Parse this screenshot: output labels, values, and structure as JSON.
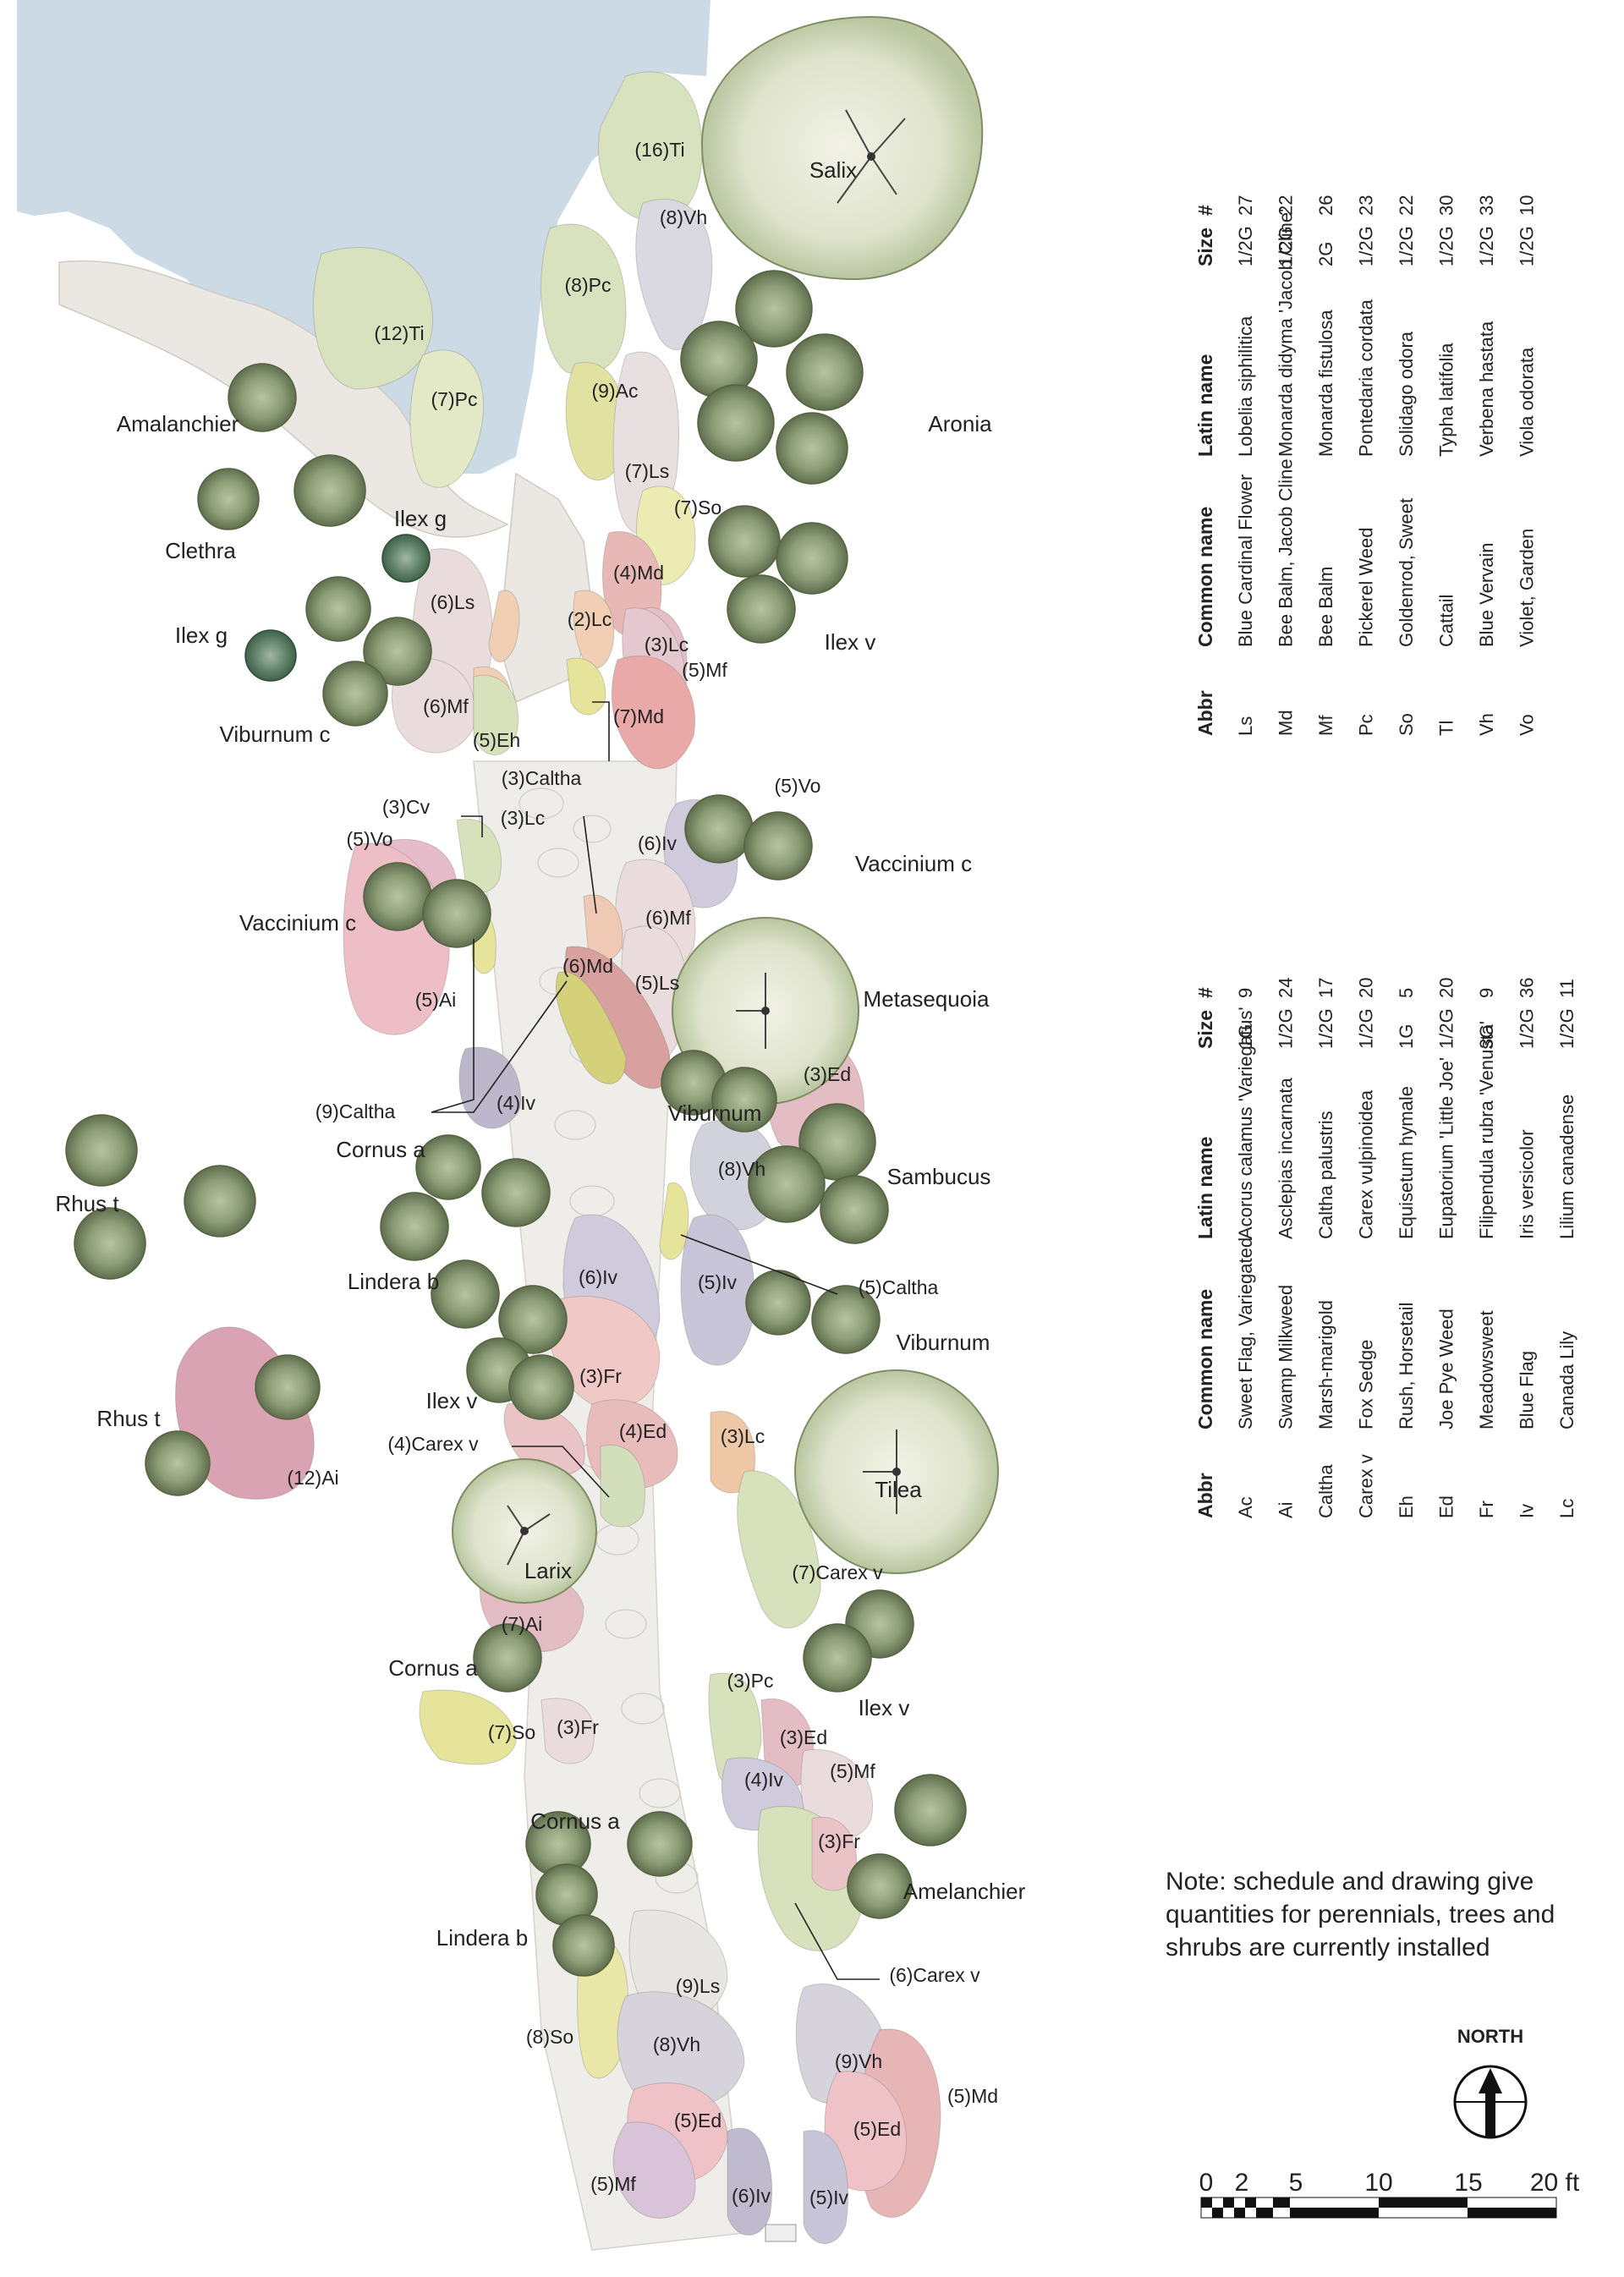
{
  "colors": {
    "water": "#c7d6e2",
    "stone": "#eceae6",
    "tree_canopy": "#dfe3cf",
    "shrub_dark": "#7f916a",
    "evergreen": "#4e7558",
    "sedge_green": "#d3dfbb",
    "iris_purple": "#c6bfd3",
    "ed_pink": "#e8c3c6",
    "md_red": "#d98e8c",
    "ai_pink": "#e6b2bc",
    "caltha_yellow": "#e4e49a",
    "orange": "#efc29c"
  },
  "plan": {
    "tree_labels": [
      {
        "id": "salix",
        "text": "Salix"
      },
      {
        "id": "aronia",
        "text": "Aronia"
      },
      {
        "id": "amalanchier_top",
        "text": "Amalanchier"
      },
      {
        "id": "clethra",
        "text": "Clethra"
      },
      {
        "id": "ilex_g_1",
        "text": "Ilex g"
      },
      {
        "id": "ilex_g_2",
        "text": "Ilex g"
      },
      {
        "id": "ilex_v_top",
        "text": "Ilex v"
      },
      {
        "id": "viburnum_c",
        "text": "Viburnum c"
      },
      {
        "id": "vaccinium_c_right",
        "text": "Vaccinium c"
      },
      {
        "id": "vaccinium_c_left",
        "text": "Vaccinium c"
      },
      {
        "id": "metasequoia",
        "text": "Metasequoia"
      },
      {
        "id": "viburnum_mid",
        "text": "Viburnum"
      },
      {
        "id": "cornus_a_1",
        "text": "Cornus a"
      },
      {
        "id": "sambucus",
        "text": "Sambucus"
      },
      {
        "id": "rhus_t_1",
        "text": "Rhus t"
      },
      {
        "id": "lindera_b_1",
        "text": "Lindera b"
      },
      {
        "id": "viburnum_right",
        "text": "Viburnum"
      },
      {
        "id": "ilex_v_mid",
        "text": "Ilex v"
      },
      {
        "id": "rhus_t_2",
        "text": "Rhus t"
      },
      {
        "id": "tilea",
        "text": "Tilea"
      },
      {
        "id": "larix",
        "text": "Larix"
      },
      {
        "id": "cornus_a_2",
        "text": "Cornus a"
      },
      {
        "id": "ilex_v_low",
        "text": "Ilex v"
      },
      {
        "id": "cornus_a_3",
        "text": "Cornus a"
      },
      {
        "id": "amelanchier_low",
        "text": "Amelanchier"
      },
      {
        "id": "lindera_b_2",
        "text": "Lindera b"
      }
    ],
    "plant_labels": [
      {
        "id": "ti16",
        "text": "(16)Ti"
      },
      {
        "id": "vh8_top",
        "text": "(8)Vh"
      },
      {
        "id": "pc8",
        "text": "(8)Pc"
      },
      {
        "id": "ti12",
        "text": "(12)Ti"
      },
      {
        "id": "pc7",
        "text": "(7)Pc"
      },
      {
        "id": "ac9",
        "text": "(9)Ac"
      },
      {
        "id": "ls7",
        "text": "(7)Ls"
      },
      {
        "id": "so7_top",
        "text": "(7)So"
      },
      {
        "id": "md4",
        "text": "(4)Md"
      },
      {
        "id": "ls6",
        "text": "(6)Ls"
      },
      {
        "id": "lc2",
        "text": "(2)Lc"
      },
      {
        "id": "lc3_top",
        "text": "(3)Lc"
      },
      {
        "id": "mf5_top",
        "text": "(5)Mf"
      },
      {
        "id": "mf6_top",
        "text": "(6)Mf"
      },
      {
        "id": "md7",
        "text": "(7)Md"
      },
      {
        "id": "eh5",
        "text": "(5)Eh"
      },
      {
        "id": "caltha3",
        "text": "(3)Caltha"
      },
      {
        "id": "cv3",
        "text": "(3)Cv"
      },
      {
        "id": "lc3_mid",
        "text": "(3)Lc"
      },
      {
        "id": "vo5_left",
        "text": "(5)Vo"
      },
      {
        "id": "vo5_right",
        "text": "(5)Vo"
      },
      {
        "id": "iv6_top",
        "text": "(6)Iv"
      },
      {
        "id": "mf6_mid",
        "text": "(6)Mf"
      },
      {
        "id": "md6",
        "text": "(6)Md"
      },
      {
        "id": "ls5",
        "text": "(5)Ls"
      },
      {
        "id": "ai5",
        "text": "(5)Ai"
      },
      {
        "id": "caltha9",
        "text": "(9)Caltha"
      },
      {
        "id": "iv4_mid",
        "text": "(4)Iv"
      },
      {
        "id": "ed3_top",
        "text": "(3)Ed"
      },
      {
        "id": "vh8_mid",
        "text": "(8)Vh"
      },
      {
        "id": "iv6_mid",
        "text": "(6)Iv"
      },
      {
        "id": "iv5_mid",
        "text": "(5)Iv"
      },
      {
        "id": "caltha5",
        "text": "(5)Caltha"
      },
      {
        "id": "fr3_mid",
        "text": "(3)Fr"
      },
      {
        "id": "ed4",
        "text": "(4)Ed"
      },
      {
        "id": "carexv4",
        "text": "(4)Carex v"
      },
      {
        "id": "lc3_low",
        "text": "(3)Lc"
      },
      {
        "id": "ai12",
        "text": "(12)Ai"
      },
      {
        "id": "carexv7",
        "text": "(7)Carex v"
      },
      {
        "id": "ai7",
        "text": "(7)Ai"
      },
      {
        "id": "pc3",
        "text": "(3)Pc"
      },
      {
        "id": "ed3_low",
        "text": "(3)Ed"
      },
      {
        "id": "so7_low",
        "text": "(7)So"
      },
      {
        "id": "fr3_low",
        "text": "(3)Fr"
      },
      {
        "id": "iv4_low",
        "text": "(4)Iv"
      },
      {
        "id": "mf5_low",
        "text": "(5)Mf"
      },
      {
        "id": "fr3_bottom",
        "text": "(3)Fr"
      },
      {
        "id": "carexv6",
        "text": "(6)Carex v"
      },
      {
        "id": "ls9",
        "text": "(9)Ls"
      },
      {
        "id": "so8",
        "text": "(8)So"
      },
      {
        "id": "vh8_low",
        "text": "(8)Vh"
      },
      {
        "id": "vh9",
        "text": "(9)Vh"
      },
      {
        "id": "ed5_left",
        "text": "(5)Ed"
      },
      {
        "id": "ed5_right",
        "text": "(5)Ed"
      },
      {
        "id": "md5",
        "text": "(5)Md"
      },
      {
        "id": "mf5_bottom",
        "text": "(5)Mf"
      },
      {
        "id": "iv6_bottom",
        "text": "(6)Iv"
      },
      {
        "id": "iv5_bottom",
        "text": "(5)Iv"
      }
    ]
  },
  "schedule": {
    "headers": {
      "abbr": "Abbr",
      "common": "Common name",
      "latin": "Latin name",
      "size": "Size",
      "count": "#"
    },
    "table_left": [
      {
        "abbr": "Ac",
        "common": "Sweet Flag, Variegated",
        "latin": "Acorus calamus 'Variegatus'",
        "size": "1G",
        "count": "9"
      },
      {
        "abbr": "Ai",
        "common": "Swamp Milkweed",
        "latin": "Asclepias incarnata",
        "size": "1/2G",
        "count": "24"
      },
      {
        "abbr": "Caltha",
        "common": "Marsh-marigold",
        "latin": "Caltha palustris",
        "size": "1/2G",
        "count": "17"
      },
      {
        "abbr": "Carex v",
        "common": "Fox Sedge",
        "latin": "Carex vulpinoidea",
        "size": "1/2G",
        "count": "20"
      },
      {
        "abbr": "Eh",
        "common": "Rush, Horsetail",
        "latin": "Equisetum hymale",
        "size": "1G",
        "count": "5"
      },
      {
        "abbr": "Ed",
        "common": "Joe Pye Weed",
        "latin": "Eupatorium 'Little Joe'",
        "size": "1/2G",
        "count": "20"
      },
      {
        "abbr": "Fr",
        "common": "Meadowsweet",
        "latin": "Filipendula rubra 'Venusta'",
        "size": "3G",
        "count": "9"
      },
      {
        "abbr": "Iv",
        "common": "Blue Flag",
        "latin": "Iris versicolor",
        "size": "1/2G",
        "count": "36"
      },
      {
        "abbr": "Lc",
        "common": "Canada Lily",
        "latin": "Lilium canadense",
        "size": "1/2G",
        "count": "11"
      }
    ],
    "table_right": [
      {
        "abbr": "Ls",
        "common": "Blue Cardinal Flower",
        "latin": "Lobelia siphilitica",
        "size": "1/2G",
        "count": "27"
      },
      {
        "abbr": "Md",
        "common": "Bee Balm, Jacob Cline",
        "latin": "Monarda didyma 'Jacob Cline'",
        "size": "1/2G",
        "count": "22"
      },
      {
        "abbr": "Mf",
        "common": "Bee Balm",
        "latin": "Monarda fistulosa",
        "size": "2G",
        "count": "26"
      },
      {
        "abbr": "Pc",
        "common": "Pickerel Weed",
        "latin": "Pontedaria cordata",
        "size": "1/2G",
        "count": "23"
      },
      {
        "abbr": "So",
        "common": "Goldenrod, Sweet",
        "latin": "Solidago odora",
        "size": "1/2G",
        "count": "22"
      },
      {
        "abbr": "Tl",
        "common": "Cattail",
        "latin": "Typha latifolia",
        "size": "1/2G",
        "count": "30"
      },
      {
        "abbr": "Vh",
        "common": "Blue Vervain",
        "latin": "Verbena hastata",
        "size": "1/2G",
        "count": "33"
      },
      {
        "abbr": "Vo",
        "common": "Violet, Garden",
        "latin": "Viola odorata",
        "size": "1/2G",
        "count": "10"
      }
    ]
  },
  "note": "Note: schedule and drawing give quantities for perennials, trees and shrubs are currently installed",
  "north": "NORTH",
  "scale": {
    "ticks": [
      "0",
      "2",
      "5",
      "10",
      "15",
      "20 ft"
    ]
  }
}
